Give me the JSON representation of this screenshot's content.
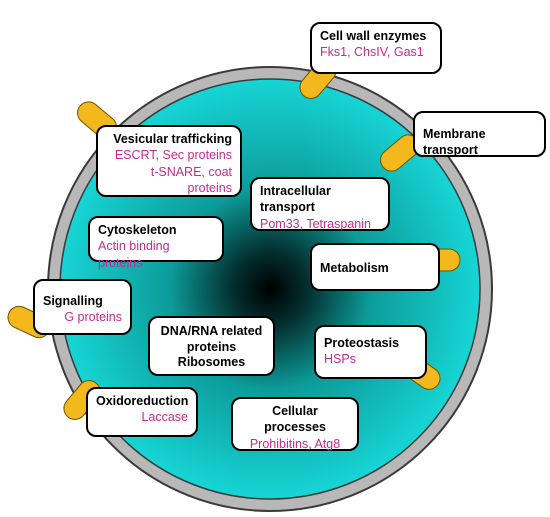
{
  "colors": {
    "cell_center": "#000000",
    "cell_edge": "#17d5d5",
    "wall": "#b8b8b8",
    "wall_outline": "#3a3a3a",
    "protein": "#f2b81c",
    "protein_outline": "#6d5300",
    "subtitle_text": "#c62b8c",
    "title_text": "#000000"
  },
  "boxes": {
    "cell_wall_enzymes": {
      "title": "Cell wall enzymes",
      "subtitle": "Fks1, ChsIV, Gas1"
    },
    "membrane_transport": {
      "title": "Membrane transport"
    },
    "vesicular_trafficking": {
      "title": "Vesicular trafficking",
      "subtitle_line1": "ESCRT, Sec proteins",
      "subtitle_line2": "t-SNARE, coat proteins"
    },
    "intracellular_transport": {
      "title": "Intracellular transport",
      "subtitle": "Pom33, Tetraspanin"
    },
    "cytoskeleton": {
      "title": "Cytoskeleton",
      "subtitle": "Actin binding proteins"
    },
    "metabolism": {
      "title": "Metabolism"
    },
    "signalling": {
      "title": "Signalling",
      "subtitle": "G proteins"
    },
    "dna_rna": {
      "title_line1": "DNA/RNA related",
      "title_line2": "proteins",
      "title_line3": "Ribosomes"
    },
    "proteostasis": {
      "title": "Proteostasis",
      "subtitle": "HSPs"
    },
    "oxidoreduction": {
      "title": "Oxidoreduction",
      "subtitle": "Laccase"
    },
    "cellular_processes": {
      "title": "Cellular processes",
      "subtitle": "Prohibitins, Atg8"
    }
  }
}
